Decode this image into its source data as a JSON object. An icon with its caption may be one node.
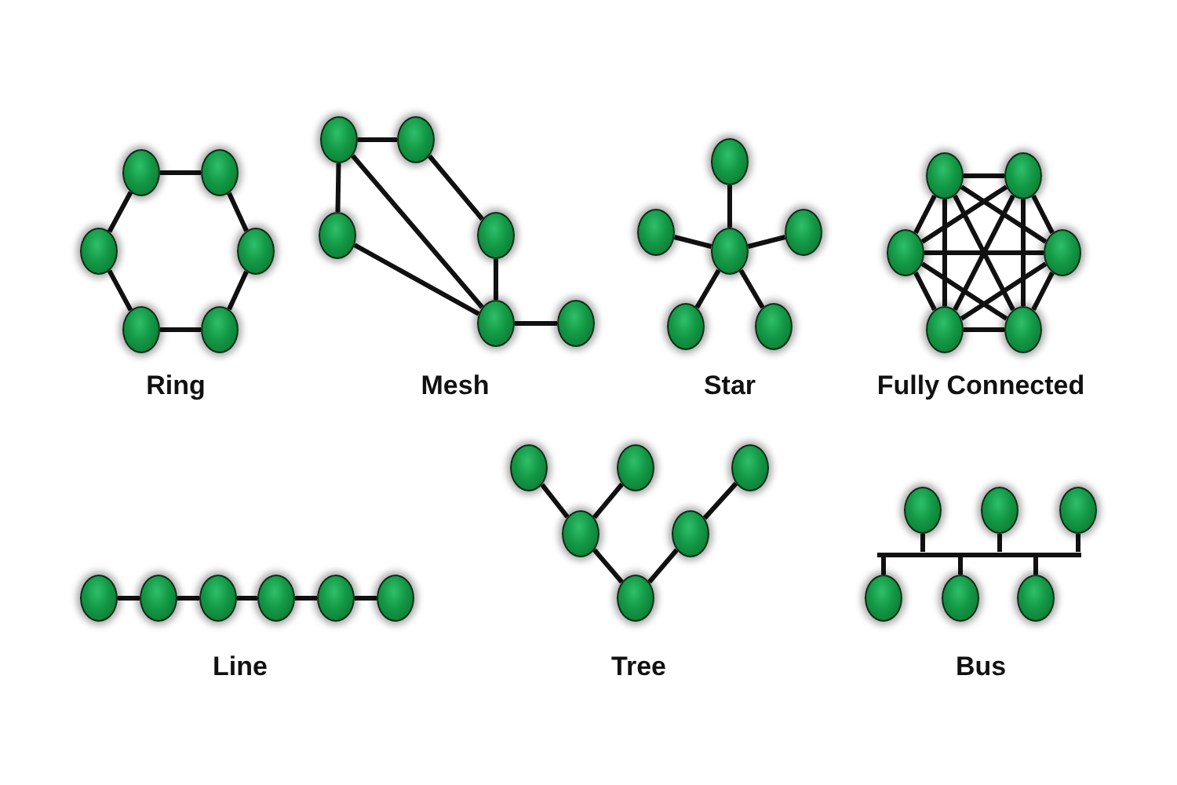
{
  "diagram": {
    "nodes": [
      {
        "text": [],
        "shape": "circle"
      },
      {
        "text": [],
        "shape": "circle"
      },
      {
        "text": [],
        "shape": "circle"
      },
      {
        "text": [],
        "shape": "circle"
      },
      {
        "text": [],
        "shape": "circle"
      },
      {
        "text": [],
        "shape": "circle"
      },
      {
        "text": [],
        "shape": "circle"
      },
      {
        "text": [],
        "shape": "circle"
      },
      {
        "text": [],
        "shape": "circle"
      },
      {
        "text": [],
        "shape": "circle"
      },
      {
        "text": [],
        "shape": "circle"
      },
      {
        "text": [],
        "shape": "circle"
      },
      {
        "text": [],
        "shape": "circle"
      },
      {
        "text": [],
        "shape": "circle"
      },
      {
        "text": [],
        "shape": "circle"
      },
      {
        "text": [],
        "shape": "circle"
      },
      {
        "text": [],
        "shape": "circle"
      },
      {
        "text": [],
        "shape": "circle"
      },
      {
        "text": [],
        "shape": "circle"
      },
      {
        "text": [],
        "shape": "circle"
      },
      {
        "text": [],
        "shape": "circle"
      },
      {
        "text": [],
        "shape": "circle"
      },
      {
        "text": [],
        "shape": "circle"
      },
      {
        "text": [],
        "shape": "circle"
      },
      {
        "text": [],
        "shape": "circle"
      },
      {
        "text": [],
        "shape": "circle"
      },
      {
        "text": [],
        "shape": "circle"
      },
      {
        "text": [],
        "shape": "circle"
      },
      {
        "text": [],
        "shape": "circle"
      },
      {
        "text": [],
        "shape": "circle"
      },
      {
        "text": [],
        "shape": "circle"
      },
      {
        "text": [],
        "shape": "circle"
      },
      {
        "text": [],
        "shape": "circle"
      },
      {
        "text": [],
        "shape": "circle"
      },
      {
        "text": [],
        "shape": "circle"
      },
      {
        "text": [],
        "shape": "circle"
      },
      {
        "text": [],
        "shape": "circle"
      },
      {
        "text": [],
        "shape": "circle"
      },
      {
        "text": [],
        "shape": "circle"
      },
      {
        "text": [],
        "shape": "bar"
      },
      {
        "text": [],
        "shape": "circle"
      },
      {
        "text": [],
        "shape": "circle"
      },
      {
        "text": [],
        "shape": "circle"
      }
    ],
    "edges": [
      {
        "from": 0,
        "to": 1,
        "arrow": "none"
      },
      {
        "from": 1,
        "to": 3,
        "arrow": "none"
      },
      {
        "from": 3,
        "to": 5,
        "arrow": "none"
      },
      {
        "from": 5,
        "to": 4,
        "arrow": "none"
      },
      {
        "from": 4,
        "to": 2,
        "arrow": "none"
      },
      {
        "from": 2,
        "to": 0,
        "arrow": "none"
      },
      {
        "from": 6,
        "to": 7,
        "arrow": "none"
      },
      {
        "from": 6,
        "to": 8,
        "arrow": "none"
      },
      {
        "from": 6,
        "to": 10,
        "arrow": "none"
      },
      {
        "from": 7,
        "to": 9,
        "arrow": "none"
      },
      {
        "from": 9,
        "to": 10,
        "arrow": "none"
      },
      {
        "from": 8,
        "to": 10,
        "arrow": "none"
      },
      {
        "from": 10,
        "to": 11,
        "arrow": "none"
      },
      {
        "from": 14,
        "to": 12,
        "arrow": "none"
      },
      {
        "from": 14,
        "to": 13,
        "arrow": "none"
      },
      {
        "from": 14,
        "to": 15,
        "arrow": "none"
      },
      {
        "from": 14,
        "to": 16,
        "arrow": "none"
      },
      {
        "from": 14,
        "to": 17,
        "arrow": "none"
      },
      {
        "from": 18,
        "to": 19,
        "arrow": "none"
      },
      {
        "from": 18,
        "to": 20,
        "arrow": "none"
      },
      {
        "from": 18,
        "to": 21,
        "arrow": "none"
      },
      {
        "from": 18,
        "to": 22,
        "arrow": "none"
      },
      {
        "from": 18,
        "to": 23,
        "arrow": "none"
      },
      {
        "from": 19,
        "to": 20,
        "arrow": "none"
      },
      {
        "from": 19,
        "to": 21,
        "arrow": "none"
      },
      {
        "from": 19,
        "to": 22,
        "arrow": "none"
      },
      {
        "from": 19,
        "to": 23,
        "arrow": "none"
      },
      {
        "from": 20,
        "to": 21,
        "arrow": "none"
      },
      {
        "from": 20,
        "to": 22,
        "arrow": "none"
      },
      {
        "from": 20,
        "to": 23,
        "arrow": "none"
      },
      {
        "from": 21,
        "to": 22,
        "arrow": "none"
      },
      {
        "from": 21,
        "to": 23,
        "arrow": "none"
      },
      {
        "from": 22,
        "to": 23,
        "arrow": "none"
      },
      {
        "from": 24,
        "to": 25,
        "arrow": "none"
      },
      {
        "from": 25,
        "to": 26,
        "arrow": "none"
      },
      {
        "from": 26,
        "to": 27,
        "arrow": "none"
      },
      {
        "from": 27,
        "to": 28,
        "arrow": "none"
      },
      {
        "from": 28,
        "to": 29,
        "arrow": "none"
      },
      {
        "from": 30,
        "to": 33,
        "arrow": "none"
      },
      {
        "from": 31,
        "to": 33,
        "arrow": "none"
      },
      {
        "from": 33,
        "to": 35,
        "arrow": "none"
      },
      {
        "from": 34,
        "to": 35,
        "arrow": "none"
      },
      {
        "from": 32,
        "to": 34,
        "arrow": "none"
      },
      {
        "from": 36,
        "to": 39,
        "arrow": "none"
      },
      {
        "from": 37,
        "to": 39,
        "arrow": "none"
      },
      {
        "from": 38,
        "to": 39,
        "arrow": "none"
      },
      {
        "from": 40,
        "to": 39,
        "arrow": "none"
      },
      {
        "from": 41,
        "to": 39,
        "arrow": "none"
      },
      {
        "from": 42,
        "to": 39,
        "arrow": "none"
      }
    ],
    "labels": [
      "Ring",
      "Mesh",
      "Star",
      "Fully Connected",
      "Line",
      "Tree",
      "Bus"
    ]
  }
}
